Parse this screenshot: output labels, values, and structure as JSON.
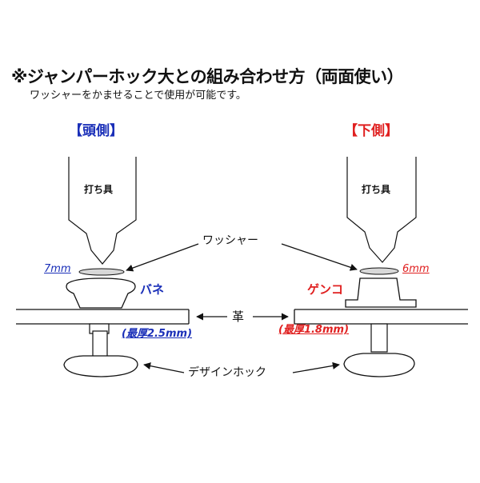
{
  "title": "※ジャンパーホック大との組み合わせ方（両面使い）",
  "subtitle": "ワッシャーをかませることで使用が可能です。",
  "left": {
    "heading": "【頭側】",
    "tool": "打ち具",
    "washer_size": "7mm",
    "part": "バネ",
    "max_thickness": "(最厚2.5mm)"
  },
  "right": {
    "heading": "【下側】",
    "tool": "打ち具",
    "washer_size": "6mm",
    "part": "ゲンコ",
    "max_thickness": "(最厚1.8mm)"
  },
  "labels": {
    "washer": "ワッシャー",
    "leather": "革",
    "design_hook": "デザインホック"
  },
  "colors": {
    "left_accent": "#1a2fb8",
    "right_accent": "#e02020",
    "line": "#111111",
    "part_fill": "#ffffff",
    "washer_fill": "#d8d8d8"
  }
}
